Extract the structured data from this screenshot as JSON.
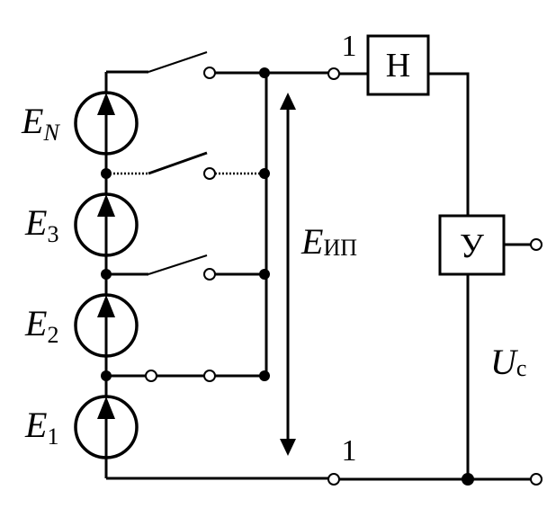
{
  "sources": [
    {
      "label_main": "E",
      "label_sub": "N"
    },
    {
      "label_main": "E",
      "label_sub": "3"
    },
    {
      "label_main": "E",
      "label_sub": "2"
    },
    {
      "label_main": "E",
      "label_sub": "1"
    }
  ],
  "blocks": {
    "top_block": "Н",
    "right_block": "У"
  },
  "terminals": {
    "top_number": "1",
    "bottom_number": "1"
  },
  "voltage_labels": {
    "source_voltage_main": "E",
    "source_voltage_sub": "ИП",
    "output_voltage_main": "U",
    "output_voltage_sub": "с"
  }
}
